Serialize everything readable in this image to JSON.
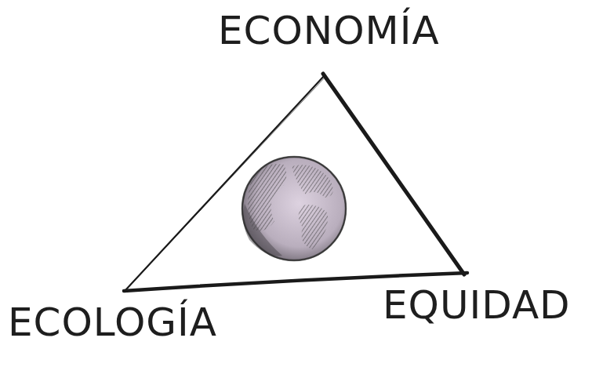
{
  "diagram": {
    "labels": [
      "ECONOMÍA",
      "ECOLOGÍA",
      "EQUIDAD"
    ]
  }
}
